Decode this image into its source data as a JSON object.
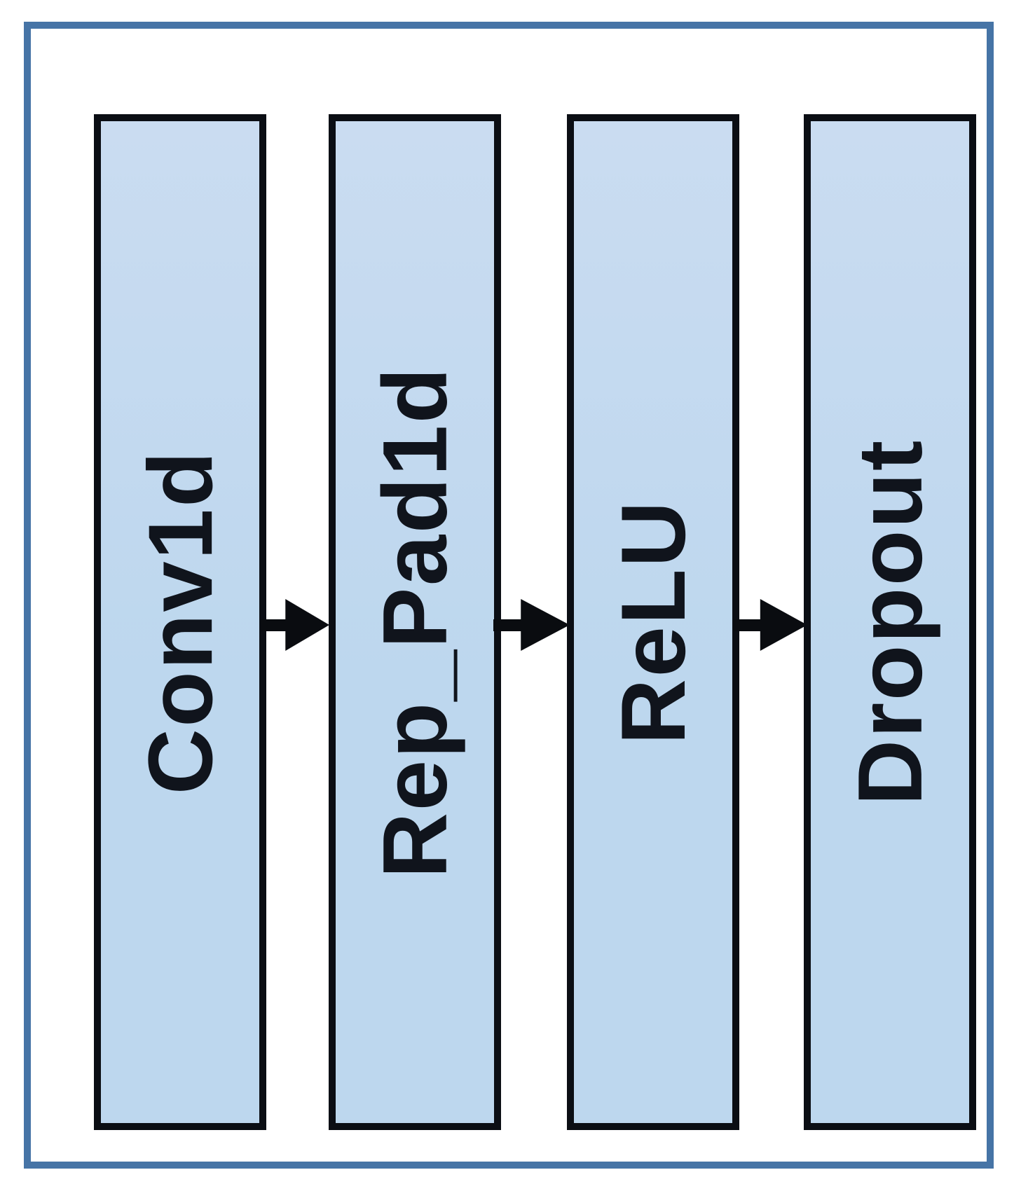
{
  "diagram": {
    "type": "flow-diagram",
    "description": "Sequential neural network block: four rounded rectangular layers connected left-to-right by arrows",
    "blocks": [
      {
        "label": "Conv1d"
      },
      {
        "label": "Rep_Pad1d"
      },
      {
        "label": "ReLU"
      },
      {
        "label": "Dropout"
      }
    ],
    "connections": [
      {
        "from": "Conv1d",
        "to": "Rep_Pad1d",
        "direction": "right"
      },
      {
        "from": "Rep_Pad1d",
        "to": "ReLU",
        "direction": "right"
      },
      {
        "from": "ReLU",
        "to": "Dropout",
        "direction": "right"
      }
    ],
    "label_rotation_deg": -90,
    "colors": {
      "background": "#FFFFFF",
      "frame_border": "#4674A6",
      "block_fill": "#BDD7EE",
      "block_fill_top": "#CADCF1",
      "block_border": "#0B0E14",
      "label_text": "#10141C",
      "arrow": "#0A0C10"
    }
  }
}
